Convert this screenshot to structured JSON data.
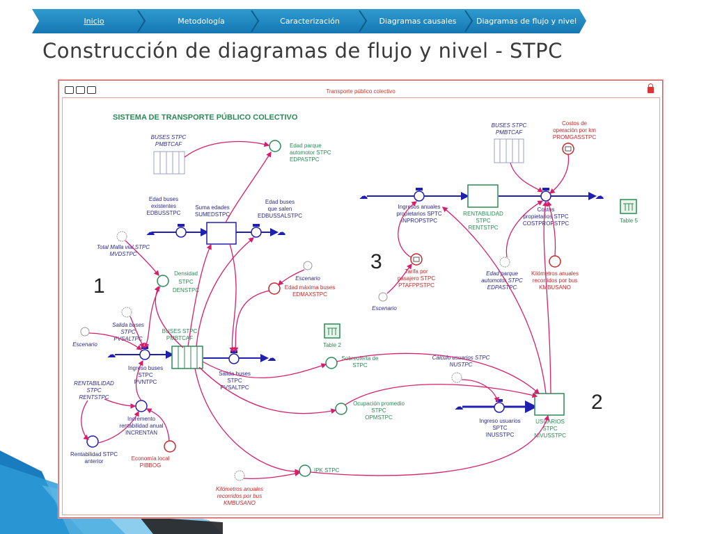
{
  "nav": {
    "items": [
      {
        "label": "Inicio",
        "active": true
      },
      {
        "label": "Metodología",
        "active": false
      },
      {
        "label": "Caracterización",
        "active": false
      },
      {
        "label": "Diagramas causales",
        "active": false
      },
      {
        "label": "Diagramas de flujo y nivel",
        "active": false
      }
    ]
  },
  "page_title": "Construcción de diagramas de flujo y nivel - STPC",
  "window": {
    "title": "Transporte público colectivo",
    "diagram_heading": "SISTEMA DE TRANSPORTE PÚBLICO COLECTIVO"
  },
  "region_numbers": {
    "one": "1",
    "two": "2",
    "three": "3"
  },
  "colors": {
    "accent": "#1d84c0",
    "flow": "#1f1fb0",
    "link": "#d61f6c",
    "stock": "#2a8a55",
    "converter": "#c82828"
  },
  "diagram": {
    "buses_stpc_left": [
      "BUSES STPC",
      "PMBTCAF"
    ],
    "edad_parque": [
      "Edad parque",
      "automotor STPC",
      "EDPASTPC"
    ],
    "edad_buses_existentes": [
      "Edad buses",
      "existentes",
      "EDBUSSTPC"
    ],
    "suma_edades": [
      "Suma edades",
      "SUMEDSTPC"
    ],
    "edad_buses_salen": [
      "Edad buses",
      "que salen",
      "EDBUSSALSTPC"
    ],
    "total_malla_vial": [
      "Total Malla vial STPC",
      "MVDSTPC"
    ],
    "densidad": [
      "Densidad",
      "STPC",
      "DENSTPC"
    ],
    "escenario_top": "Escenario",
    "edad_maxima": [
      "Edad máxima buses",
      "EDMAXSTPC"
    ],
    "salida_buses_stpc": [
      "Salida buses",
      "STPC",
      "PVSALTPC"
    ],
    "buses_stpc_stock": [
      "BUSES STPC",
      "PMBTCAF"
    ],
    "escenario_left": "Escenario",
    "ingreso_buses": [
      "Ingreso buses",
      "STPC",
      "PVNTPC"
    ],
    "salida_buses_flow": [
      "Salida buses",
      "STPC",
      "PVSALTPC"
    ],
    "table2": "Table 2",
    "rentabilidad_left": [
      "RENTABILIDAD",
      "STPC",
      "RENTSTPC"
    ],
    "incremento_rentabilidad": [
      "Incremento",
      "rentabilidad anual",
      "INCRENTAN"
    ],
    "rentabilidad_anterior": [
      "Rentabilidad STPC",
      "anterior"
    ],
    "economia_local": [
      "Economía local",
      "PIBBOG"
    ],
    "sobreoferta": [
      "Sobreoferta de",
      "STPC"
    ],
    "ocupacion": [
      "Ocupación promedio",
      "STPC",
      "OPMSTPC"
    ],
    "ipk": "IPK STPC",
    "km_anuales_bottom": [
      "Kilómetros anuales",
      "recorridos por bus",
      "KMBUSANO"
    ],
    "buses_stpc_right": [
      "BUSES STPC",
      "PMBTCAF"
    ],
    "costos_operacion": [
      "Costos de",
      "operación por km",
      "PROMGASSTPC"
    ],
    "ingresos_anuales": [
      "Ingresos anuales",
      "propietarios SPTC",
      "INPROPSTPC"
    ],
    "rentabilidad_stock": [
      "RENTABILIDAD",
      "STPC",
      "RENTSTPC"
    ],
    "costos_propietarios": [
      "Costos",
      "propietarios STPC",
      "COSTPROPSTPC"
    ],
    "table5": "Table 5",
    "tarifa": [
      "Tarifa por",
      "pasajero STPC",
      "PTAFPPSTPC"
    ],
    "escenario_right": "Escenario",
    "edad_parque_right": [
      "Edad parque",
      "automotor STPC",
      "EDPASTPC"
    ],
    "km_anuales_right": [
      "Kilómetros anuales",
      "recorridos por bus",
      "KMBUSANO"
    ],
    "calculo_usuarios": [
      "Cálculo usuarios STPC",
      "NUSTPC"
    ],
    "ingreso_usuarios": [
      "Ingreso usuarios",
      "SPTC",
      "INUSSTPC"
    ],
    "usuarios_stock": [
      "USUARIOS",
      "STPC",
      "NIVUSSTPC"
    ]
  }
}
